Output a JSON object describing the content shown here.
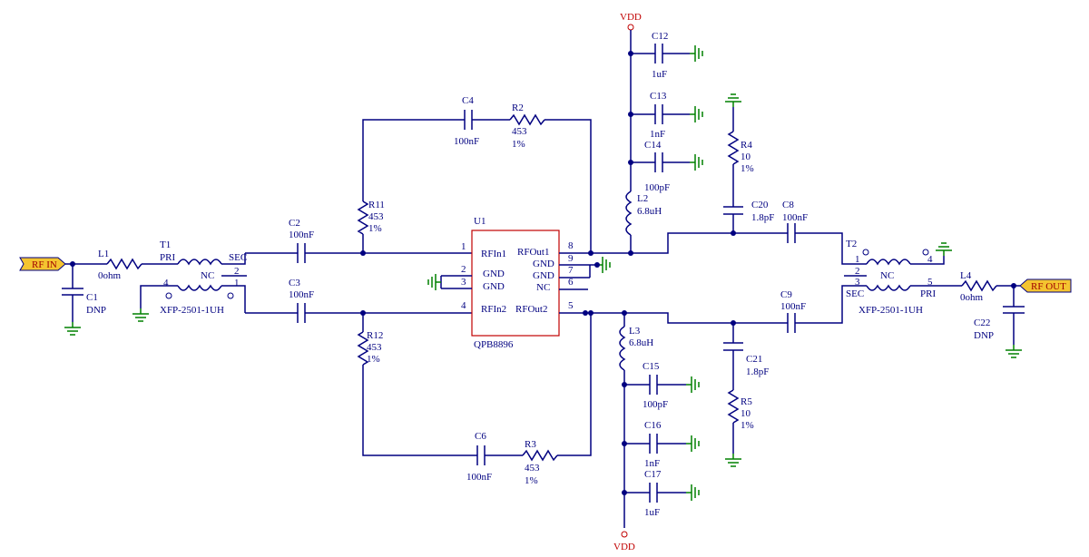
{
  "ports": {
    "rf_in": "RF IN",
    "rf_out": "RF OUT",
    "vdd_top": "VDD",
    "vdd_bottom": "VDD"
  },
  "parts": {
    "L1": {
      "ref": "L1",
      "value": "0ohm"
    },
    "L4": {
      "ref": "L4",
      "value": "0ohm"
    },
    "C1": {
      "ref": "C1",
      "value": "DNP"
    },
    "C22": {
      "ref": "C22",
      "value": "DNP"
    },
    "T1": {
      "ref": "T1",
      "pri": "PRI",
      "sec": "SEC",
      "nc": "NC",
      "part": "XFP-2501-1UH",
      "p2": "2",
      "p1": "1",
      "p4": "4"
    },
    "T2": {
      "ref": "T2",
      "pri": "PRI",
      "sec": "SEC",
      "nc": "NC",
      "part": "XFP-2501-1UH",
      "p1": "1",
      "p2": "2",
      "p3": "3",
      "p4": "4",
      "p5": "5"
    },
    "C2": {
      "ref": "C2",
      "value": "100nF"
    },
    "C3": {
      "ref": "C3",
      "value": "100nF"
    },
    "C4": {
      "ref": "C4",
      "value": "100nF"
    },
    "C6": {
      "ref": "C6",
      "value": "100nF"
    },
    "C8": {
      "ref": "C8",
      "value": "100nF"
    },
    "C9": {
      "ref": "C9",
      "value": "100nF"
    },
    "R2": {
      "ref": "R2",
      "value": "453",
      "tol": "1%"
    },
    "R3": {
      "ref": "R3",
      "value": "453",
      "tol": "1%"
    },
    "R11": {
      "ref": "R11",
      "value": "453",
      "tol": "1%"
    },
    "R12": {
      "ref": "R12",
      "value": "453",
      "tol": "1%"
    },
    "R4": {
      "ref": "R4",
      "value": "10",
      "tol": "1%"
    },
    "R5": {
      "ref": "R5",
      "value": "10",
      "tol": "1%"
    },
    "C20": {
      "ref": "C20",
      "value": "1.8pF"
    },
    "C21": {
      "ref": "C21",
      "value": "1.8pF"
    },
    "L2": {
      "ref": "L2",
      "value": "6.8uH"
    },
    "L3": {
      "ref": "L3",
      "value": "6.8uH"
    },
    "C12": {
      "ref": "C12",
      "value": "1uF"
    },
    "C13": {
      "ref": "C13",
      "value": "1nF"
    },
    "C14": {
      "ref": "C14",
      "value": "100pF"
    },
    "C15": {
      "ref": "C15",
      "value": "100pF"
    },
    "C16": {
      "ref": "C16",
      "value": "1nF"
    },
    "C17": {
      "ref": "C17",
      "value": "1uF"
    },
    "U1": {
      "ref": "U1",
      "part": "QPB8896",
      "pin_rfin1": "RFIn1",
      "pin_rfin2": "RFIn2",
      "pin_gnd_a": "GND",
      "pin_gnd_b": "GND",
      "pin_rfout1": "RFOut1",
      "pin_gnd_r1": "GND",
      "pin_gnd_r2": "GND",
      "pin_nc": "NC",
      "pin_rfout2": "RFOut2",
      "n1": "1",
      "n2": "2",
      "n3": "3",
      "n4": "4",
      "n5": "5",
      "n6": "6",
      "n7": "7",
      "n8": "8",
      "n9": "9"
    }
  }
}
